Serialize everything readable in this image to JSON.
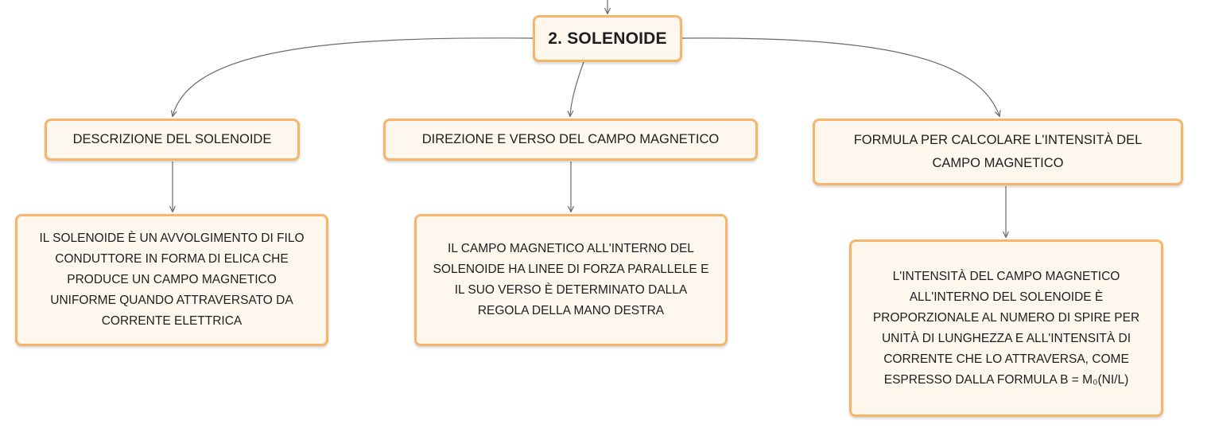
{
  "root": {
    "label": "2. SOLENOIDE"
  },
  "branches": [
    {
      "label": "DESCRIZIONE DEL SOLENOIDE",
      "detail": "IL SOLENOIDE È UN AVVOLGIMENTO DI FILO\nCONDUTTORE IN FORMA DI ELICA CHE\nPRODUCE UN CAMPO MAGNETICO\nUNIFORME QUANDO ATTRAVERSATO DA\nCORRENTE ELETTRICA"
    },
    {
      "label": "DIREZIONE E VERSO DEL CAMPO MAGNETICO",
      "detail": "IL CAMPO MAGNETICO ALL'INTERNO DEL\nSOLENOIDE HA LINEE DI FORZA PARALLELE E\nIL SUO VERSO È DETERMINATO DALLA\nREGOLA DELLA MANO DESTRA"
    },
    {
      "label": "FORMULA PER CALCOLARE L'INTENSITÀ DEL\nCAMPO MAGNETICO",
      "detail": "L'INTENSITÀ DEL CAMPO MAGNETICO\nALL'INTERNO DEL SOLENOIDE È\nPROPORZIONALE AL NUMERO DI SPIRE PER\nUNITÀ DI LUNGHEZZA E ALL'INTENSITÀ DI\nCORRENTE CHE LO ATTRAVERSA, COME\nESPRESSO DALLA FORMULA B = M₀(NI/L)"
    }
  ],
  "colors": {
    "node_fill": "#fef7ee",
    "node_border": "#f5b66c",
    "connector": "#6b6b6b",
    "text": "#1e1e1e"
  }
}
